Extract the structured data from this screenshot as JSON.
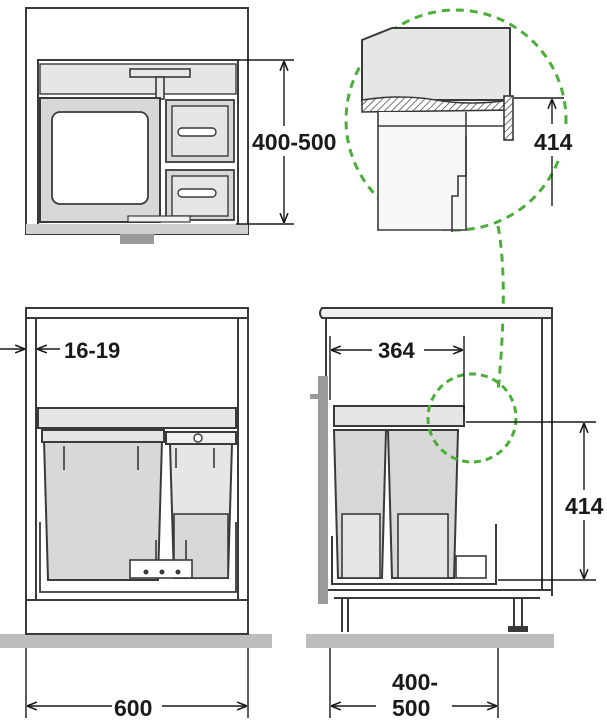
{
  "dimensions": {
    "top_view_height": "400-500",
    "detail_height": "414",
    "side_offset": "16-19",
    "inner_depth": "364",
    "bin_height": "414",
    "cabinet_width": "600",
    "cabinet_depth_line1": "400-",
    "cabinet_depth_line2": "500"
  },
  "colors": {
    "line": "#3a3a3a",
    "bin_fill": "#d8d8d8",
    "panel_fill": "#e6e6e6",
    "dashed_callout": "#4cae3a",
    "floor": "#bdbdbd"
  }
}
